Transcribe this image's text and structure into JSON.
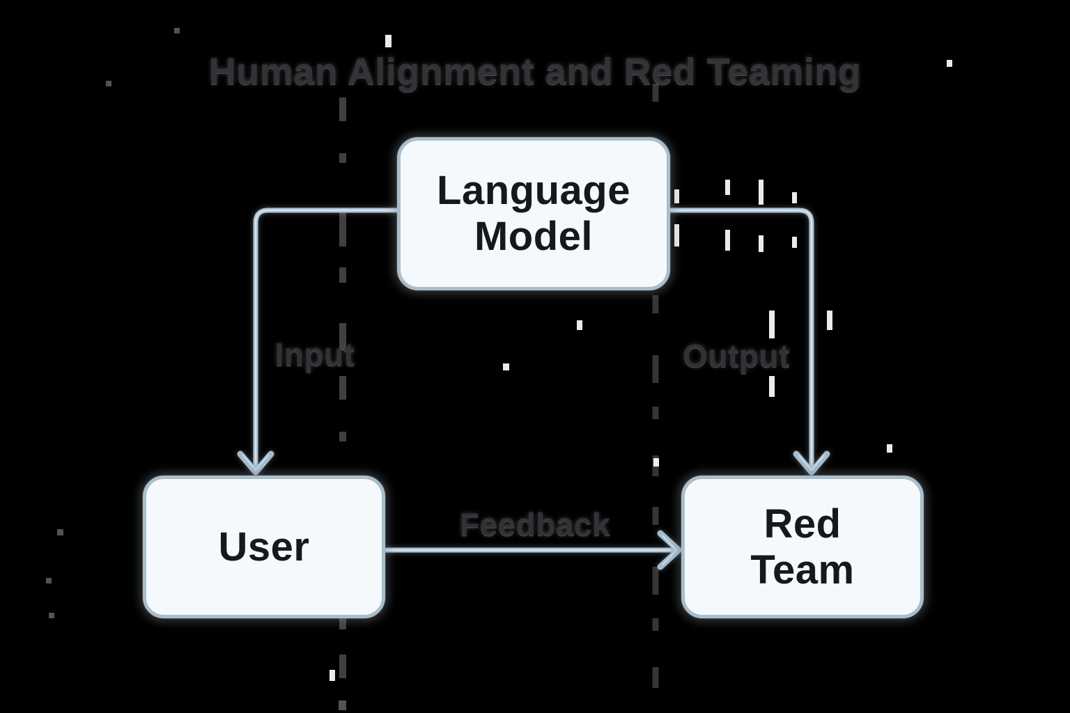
{
  "title": "Human Alignment and Red Teaming",
  "diagram": {
    "nodes": [
      {
        "id": "language-model",
        "label": "Language Model",
        "lines": [
          "Language",
          "Model"
        ]
      },
      {
        "id": "user",
        "label": "User",
        "lines": [
          "User"
        ]
      },
      {
        "id": "red-team",
        "label": "Red Team",
        "lines": [
          "Red",
          "Team"
        ]
      }
    ],
    "edges": [
      {
        "from": "language-model",
        "to": "user",
        "label": "Input"
      },
      {
        "from": "language-model",
        "to": "red-team",
        "label": "Output"
      },
      {
        "from": "user",
        "to": "red-team",
        "label": "Feedback"
      }
    ]
  },
  "colors": {
    "background": "#000000",
    "node_fill": "#f6f9fc",
    "node_border": "#a9bdcb",
    "edge": "#a9c0d1",
    "edge_highlight": "#d9e6ef",
    "title_text": "#333236",
    "node_text": "#17181a",
    "edge_label_text": "#323135"
  }
}
